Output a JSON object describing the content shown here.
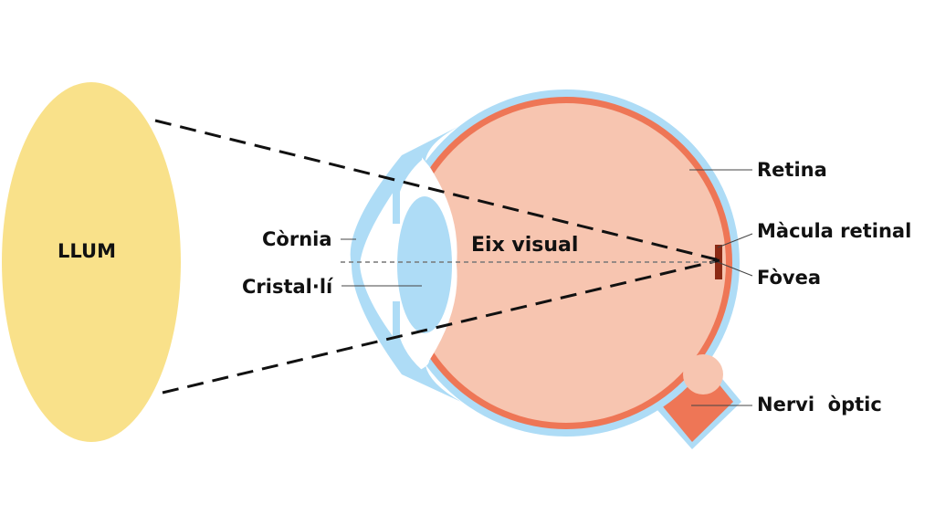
{
  "light_source": {
    "label": "LLUM"
  },
  "axis_label": "Eix visual",
  "labels": {
    "cornea": "Còrnia",
    "lens": "Cristal·lí",
    "retina": "Retina",
    "macula": "Màcula retinal",
    "fovea": "Fòvea",
    "optic_nerve": "Nervi  òptic"
  },
  "colors": {
    "light": "#f9e18a",
    "sclera": "#aedcf6",
    "retina": "#ee7656",
    "vitreous": "#f7c5b0",
    "macula": "#8b2a14"
  }
}
